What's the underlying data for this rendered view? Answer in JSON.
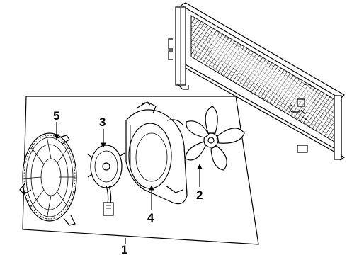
{
  "callouts": {
    "assembly": "1",
    "fan": "2",
    "motor": "3",
    "shroud": "4",
    "fan_guard": "5"
  }
}
